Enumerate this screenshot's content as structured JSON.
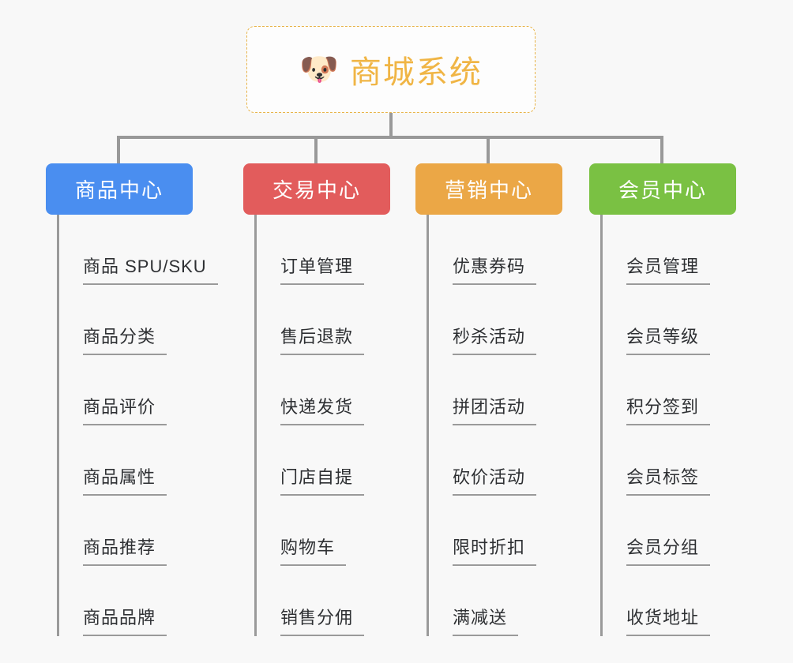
{
  "page": {
    "background_color": "#f8f8f8",
    "line_color": "#999999"
  },
  "root": {
    "icon": "dog-face-emoji",
    "emoji": "🐶",
    "title": "商城系统",
    "title_color": "#f0b545",
    "border_color": "#e8b44a"
  },
  "columns": [
    {
      "id": "product-center",
      "title": "商品中心",
      "color": "#4a8ef0",
      "items": [
        {
          "label": "商品 SPU/SKU"
        },
        {
          "label": "商品分类"
        },
        {
          "label": "商品评价"
        },
        {
          "label": "商品属性"
        },
        {
          "label": "商品推荐"
        },
        {
          "label": "商品品牌"
        }
      ]
    },
    {
      "id": "trade-center",
      "title": "交易中心",
      "color": "#e25c5c",
      "items": [
        {
          "label": "订单管理"
        },
        {
          "label": "售后退款"
        },
        {
          "label": "快递发货"
        },
        {
          "label": "门店自提"
        },
        {
          "label": "购物车"
        },
        {
          "label": "销售分佣"
        }
      ]
    },
    {
      "id": "marketing-center",
      "title": "营销中心",
      "color": "#eba746",
      "items": [
        {
          "label": "优惠券码"
        },
        {
          "label": "秒杀活动"
        },
        {
          "label": "拼团活动"
        },
        {
          "label": "砍价活动"
        },
        {
          "label": "限时折扣"
        },
        {
          "label": "满减送"
        }
      ]
    },
    {
      "id": "member-center",
      "title": "会员中心",
      "color": "#7ac143",
      "items": [
        {
          "label": "会员管理"
        },
        {
          "label": "会员等级"
        },
        {
          "label": "积分签到"
        },
        {
          "label": "会员标签"
        },
        {
          "label": "会员分组"
        },
        {
          "label": "收货地址"
        }
      ]
    }
  ]
}
